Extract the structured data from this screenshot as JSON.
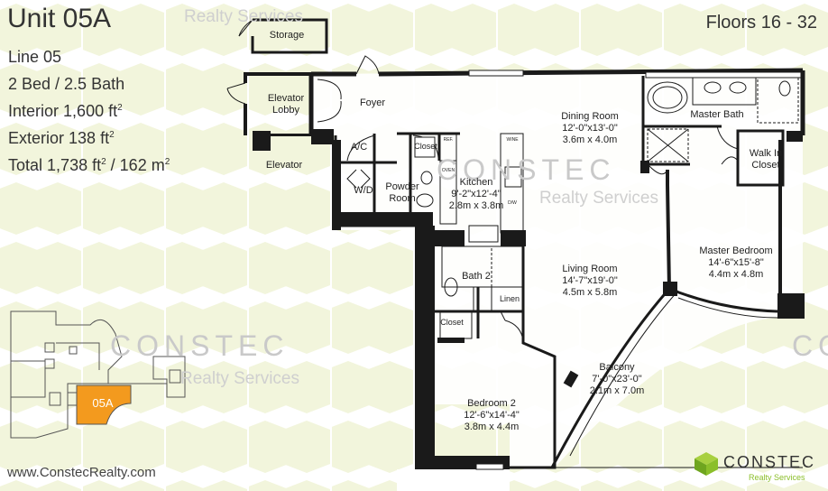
{
  "unit": {
    "title": "Unit 05A",
    "line_label": "Line",
    "line_value": "05",
    "beds_baths": "2 Bed / 2.5 Bath",
    "interior_label": "Interior",
    "interior_value": "1,600 ft",
    "exterior_label": "Exterior",
    "exterior_value": "138 ft",
    "total_label": "Total",
    "total_value": "1,738 ft",
    "total_metric": "/ 162 m",
    "superscript": "2",
    "floors": "Floors 16 - 32"
  },
  "website": "www.ConstecRealty.com",
  "watermark": {
    "brand": "CONSTEC",
    "sub": "Realty Services"
  },
  "logo": {
    "name": "CONSTEC",
    "sub": "Realty Services"
  },
  "keyplan": {
    "unit_label": "05A",
    "highlight_color": "#f39a1e"
  },
  "colors": {
    "wall": "#1a1a1a",
    "watermark_green": "#f2f5dc",
    "accent_green": "#8bbf2a"
  },
  "rooms": {
    "storage": "Storage",
    "elevator_lobby": [
      "Elevator",
      "Lobby"
    ],
    "foyer": "Foyer",
    "elevator": "Elevator",
    "ac": "A/C",
    "closet_entry": "Closet",
    "wd": "W/D",
    "powder_room": [
      "Powder",
      "Room"
    ],
    "kitchen": [
      "Kitchen",
      "9'-2\"x12'-4\"",
      "2.8m x 3.8m"
    ],
    "dining_room": [
      "Dining Room",
      "12'-0\"x13'-0\"",
      "3.6m x 4.0m"
    ],
    "master_bath": "Master Bath",
    "walk_in_closet": [
      "Walk In",
      "Closet"
    ],
    "master_bedroom": [
      "Master Bedroom",
      "14'-6\"x15'-8\"",
      "4.4m x 4.8m"
    ],
    "living_room": [
      "Living Room",
      "14'-7\"x19'-0\"",
      "4.5m x 5.8m"
    ],
    "bath2": "Bath 2",
    "linen": "Linen",
    "closet_bed2": "Closet",
    "balcony": [
      "Balcony",
      "7'-0\"x23'-0\"",
      "2.1m x 7.0m"
    ],
    "bedroom2": [
      "Bedroom 2",
      "12'-6\"x14'-4\"",
      "3.8m x 4.4m"
    ]
  },
  "appliances": {
    "ref": "REF.",
    "wine": "WINE",
    "oven": "OVEN",
    "dw": "D/W"
  }
}
